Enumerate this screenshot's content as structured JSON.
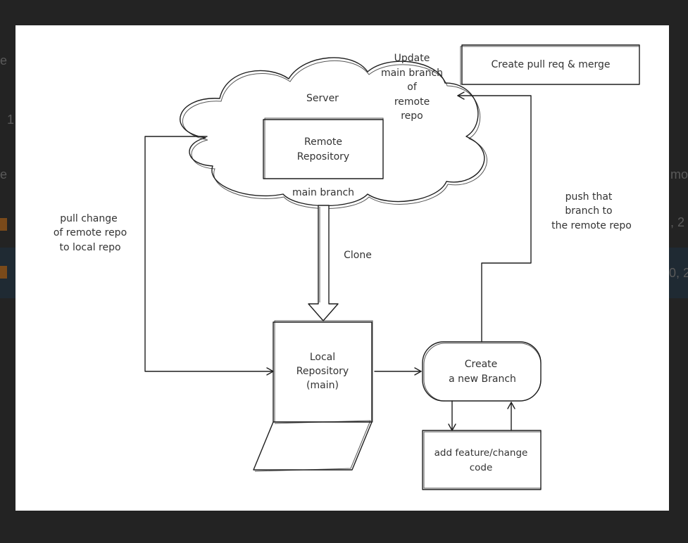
{
  "background": {
    "fragments": [
      "e",
      "1",
      "e",
      "mo",
      ", 2",
      "0, 2"
    ]
  },
  "diagram": {
    "cloud_label": "Server",
    "remote_repo": [
      "Remote",
      "Repository"
    ],
    "main_branch": "main branch",
    "update_note": [
      "Update",
      "main branch",
      "of",
      "remote",
      "repo"
    ],
    "pull_request_box": "Create pull req & merge",
    "push_note": [
      "push that",
      "branch to",
      "the remote repo"
    ],
    "pull_note": [
      "pull change",
      "of remote repo",
      "to local repo"
    ],
    "clone_label": "Clone",
    "local_repo": [
      "Local",
      "Repository",
      "(main)"
    ],
    "new_branch": [
      "Create",
      "a new Branch"
    ],
    "feature_box": [
      "add feature/change",
      "code"
    ]
  },
  "colors": {
    "backdrop": "#232323",
    "panel": "#ffffff",
    "ink": "#1e1e1e"
  }
}
